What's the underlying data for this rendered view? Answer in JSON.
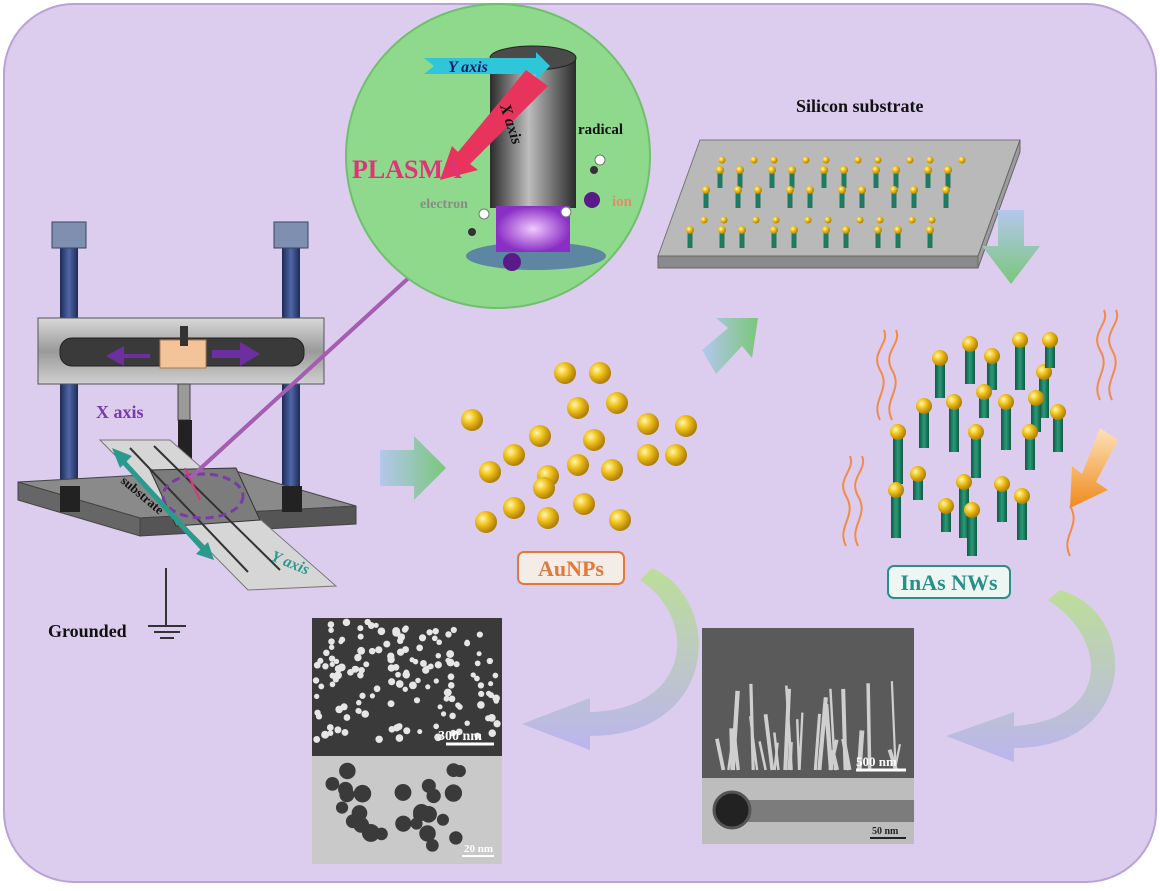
{
  "labels": {
    "plasma": "PLASMA",
    "y_axis_top": "Y axis",
    "x_axis_top": "X axis",
    "radical": "radical",
    "electron": "electron",
    "ion": "ion",
    "silicon_substrate": "Silicon substrate",
    "x_axis": "X axis",
    "y_axis": "Y axis",
    "substrate": "substrate",
    "grounded": "Grounded",
    "aunps": "AuNPs",
    "inas_nws": "InAs NWs",
    "scale_300nm": "300 nm",
    "scale_20nm": "20 nm",
    "scale_500nm": "500 nm",
    "scale_50nm": "50 nm"
  },
  "colors": {
    "background": "#dccdee",
    "panel_border": "#b9a3d6",
    "plasma_circle": "#8fd98c",
    "plasma_text": "#e0337a",
    "gold": "#e7b614",
    "nanowire": "#1f7a5f",
    "aunps_box": "#e07a3c",
    "inas_box": "#2a8f86",
    "purple_arrow": "#a45db0"
  }
}
